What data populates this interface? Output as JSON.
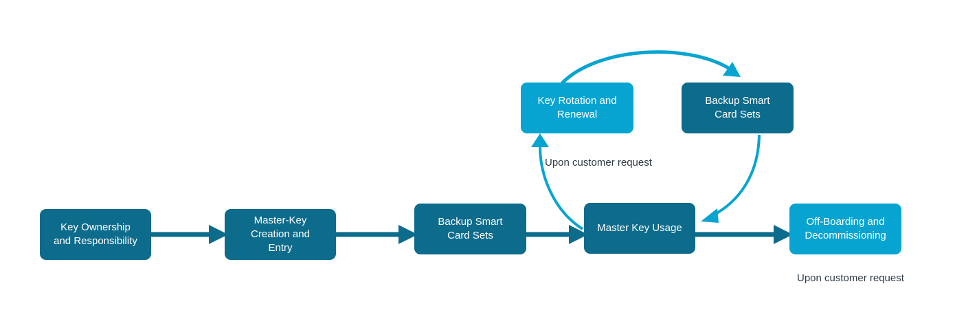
{
  "nodes": {
    "key_ownership": "Key Ownership\nand Responsibility",
    "master_key_creation": "Master-Key\nCreation and\nEntry",
    "backup_smart_cards_1": "Backup Smart\nCard Sets",
    "master_key_usage": "Master Key Usage",
    "off_boarding": "Off-Boarding and\nDecommissioning",
    "key_rotation": "Key Rotation and\nRenewal",
    "backup_smart_cards_2": "Backup Smart\nCard Sets"
  },
  "notes": {
    "rotation_request": "Upon customer request",
    "offboarding_request": "Upon customer request"
  },
  "colors": {
    "dark_node": "#0d6b8c",
    "light_node": "#08a4d1",
    "flow_arrow": "#0d6b8c",
    "loop_arrow": "#08a4d1"
  }
}
